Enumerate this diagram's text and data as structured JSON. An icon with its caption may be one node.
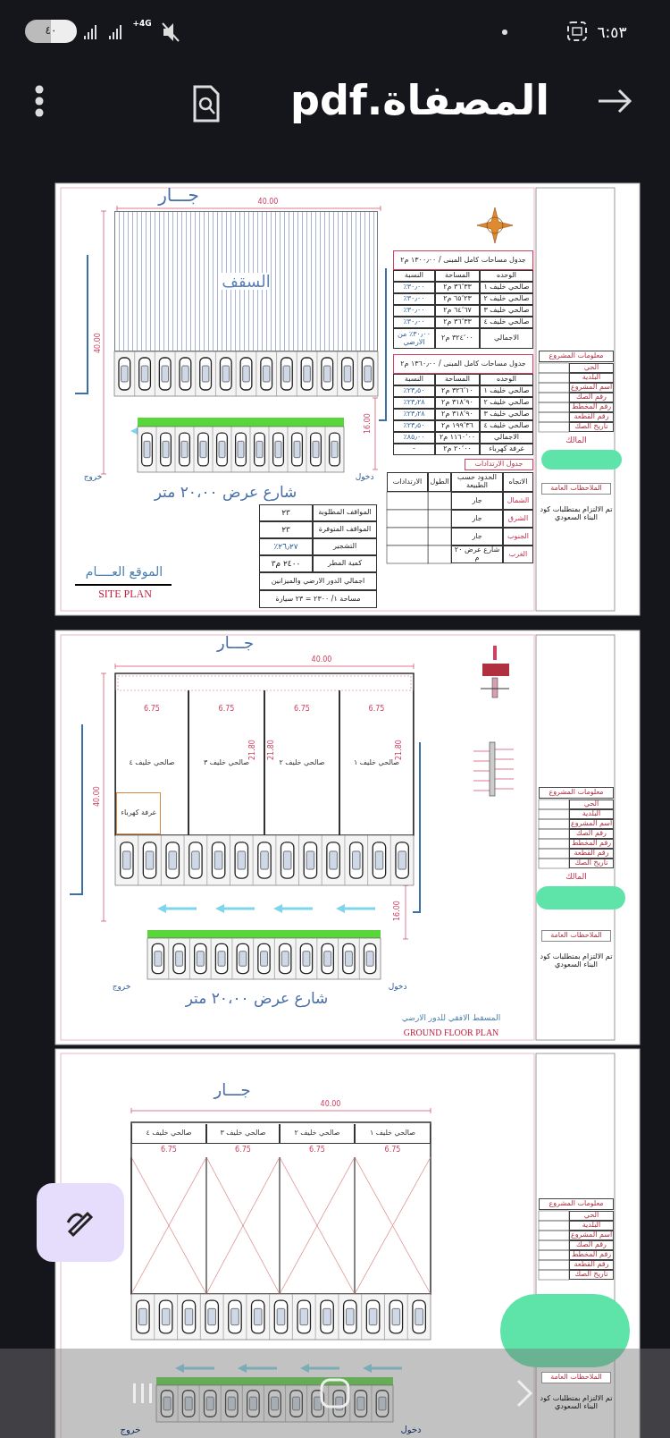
{
  "diagram": {
    "title": "المصفاة.pdf",
    "nodes": [
      {
        "text": [
          "السقف"
        ]
      },
      {
        "text": [
          "صالحي خليف ١"
        ]
      },
      {
        "text": [
          "صالحي خليف ٢"
        ]
      },
      {
        "text": [
          "صالحي خليف ٣"
        ]
      },
      {
        "text": [
          "صالحي خليف ٤"
        ]
      },
      {
        "text": [
          "غرفة كهرباء"
        ],
        "in": 4
      },
      {
        "text": [
          "صالحي خليف ١"
        ]
      },
      {
        "text": [
          "صالحي خليف ٢"
        ]
      },
      {
        "text": [
          "صالحي خليف ٣"
        ]
      },
      {
        "text": [
          "صالحي خليف ٤"
        ]
      }
    ],
    "labels": [
      "٦:٥٣",
      "4G+",
      "٤٠",
      "جـــار",
      "40.00",
      "40.00",
      "16.00",
      "دخول",
      "خروج",
      "شارع عرض ٢٠،٠٠ متر",
      "جدول مساحات كامل المبنى / ١٣٠٠٫٠٠ م٢",
      "الوحده",
      "المساحة",
      "النسبة",
      "صالحي خليف ١",
      "٣٦٬٣٣ م٢",
      "٣٠٫٠٠٪",
      "صالحي خليف ٢",
      "٦٥٬٢٣ م٢",
      "٣٠٫٠٠٪",
      "صالحي خليف ٣",
      "٦٤٬٦٧ م٢",
      "٣٠٫٠٠٪",
      "صالحي خليف ٤",
      "٣٦٬٣٣ م٢",
      "٣٠٫٠٠٪",
      "الاجمالي",
      "٣٢٤٬٠٠ م٢",
      "٣٠٫٠٠٪ من الارضي",
      "جدول مساحات كامل المبنى / ١٣٦٠٫٠٠ م٢",
      "الوحده",
      "المساحة",
      "النسبة",
      "صالحي خليف ١",
      "٣٢٦٬١٠ م٢",
      "٢٣٫٥٠٪",
      "صالحي خليف ٢",
      "٣١٨٬٩٠ م٢",
      "٢٣٫٢٨٪",
      "صالحي خليف ٣",
      "٣١٨٬٩٠ م٢",
      "٢٣٫٢٨٪",
      "صالحي خليف ٤",
      "١٩٩٬٣٦ م٢",
      "٢٣٫٥٠٪",
      "الاجمالي",
      "١١٦٠٬٠٠ م٢",
      "٨٥٫٠٠٪",
      "غرفة كهرباء",
      "٢٠٬٠٠ م٢",
      "-",
      "جدول الارتدادات",
      "الاتجاه",
      "الحدود حسب الطبيعة",
      "الطول",
      "الارتدادات",
      "الشمال",
      "جار",
      "الشرق",
      "جار",
      "الجنوب",
      "جار",
      "الغرب",
      "شارع عرض ٢٠ م",
      "المواقف المطلوبة",
      "٢٣",
      "المواقف المتوفرة",
      "٢٣",
      "التشجير",
      "٢٦٫٢٧٪",
      "كمية المطر",
      "٢٤٠٠ م٣",
      "اجمالي الدور الارضي والميزانين",
      "مساحة ١/ ٢٣٠٠ = ٢٣ سيارة",
      "الموقع العــــام",
      "SITE PLAN",
      "معلومات المشروع",
      "الحي",
      "البلدية",
      "اسم المشروع",
      "رقم الصك",
      "رقم المخطط",
      "رقم القطعة",
      "تاريخ الصك",
      "المالك",
      "الملاحظات العامة",
      "تم الالتزام بمتطلبات كود البناء السعودي",
      "جـــار",
      "40.00",
      "6.75",
      "6.75",
      "6.75",
      "6.75",
      "21.80",
      "21.80",
      "21.80",
      "40.00",
      "16.00",
      "دخول",
      "خروج",
      "شارع عرض ٢٠،٠٠ متر",
      "المسقط الافقي للدور الارضي",
      "GROUND FLOOR PLAN",
      "معلومات المشروع",
      "الحي",
      "البلدية",
      "اسم المشروع",
      "رقم الصك",
      "رقم المخطط",
      "رقم القطعة",
      "تاريخ الصك",
      "المالك",
      "الملاحظات العامة",
      "تم الالتزام بمتطلبات كود البناء السعودي",
      "جـــار",
      "40.00",
      "6.75",
      "6.75",
      "6.75",
      "6.75",
      "خروج",
      "دخول",
      "معلومات المشروع",
      "الحي",
      "البلدية",
      "اسم المشروع",
      "رقم الصك",
      "رقم المخطط",
      "رقم القطعة",
      "تاريخ الصك",
      "الملاحظات العامة",
      "تم الالتزام بمتطلبات كود البناء السعودي"
    ]
  }
}
